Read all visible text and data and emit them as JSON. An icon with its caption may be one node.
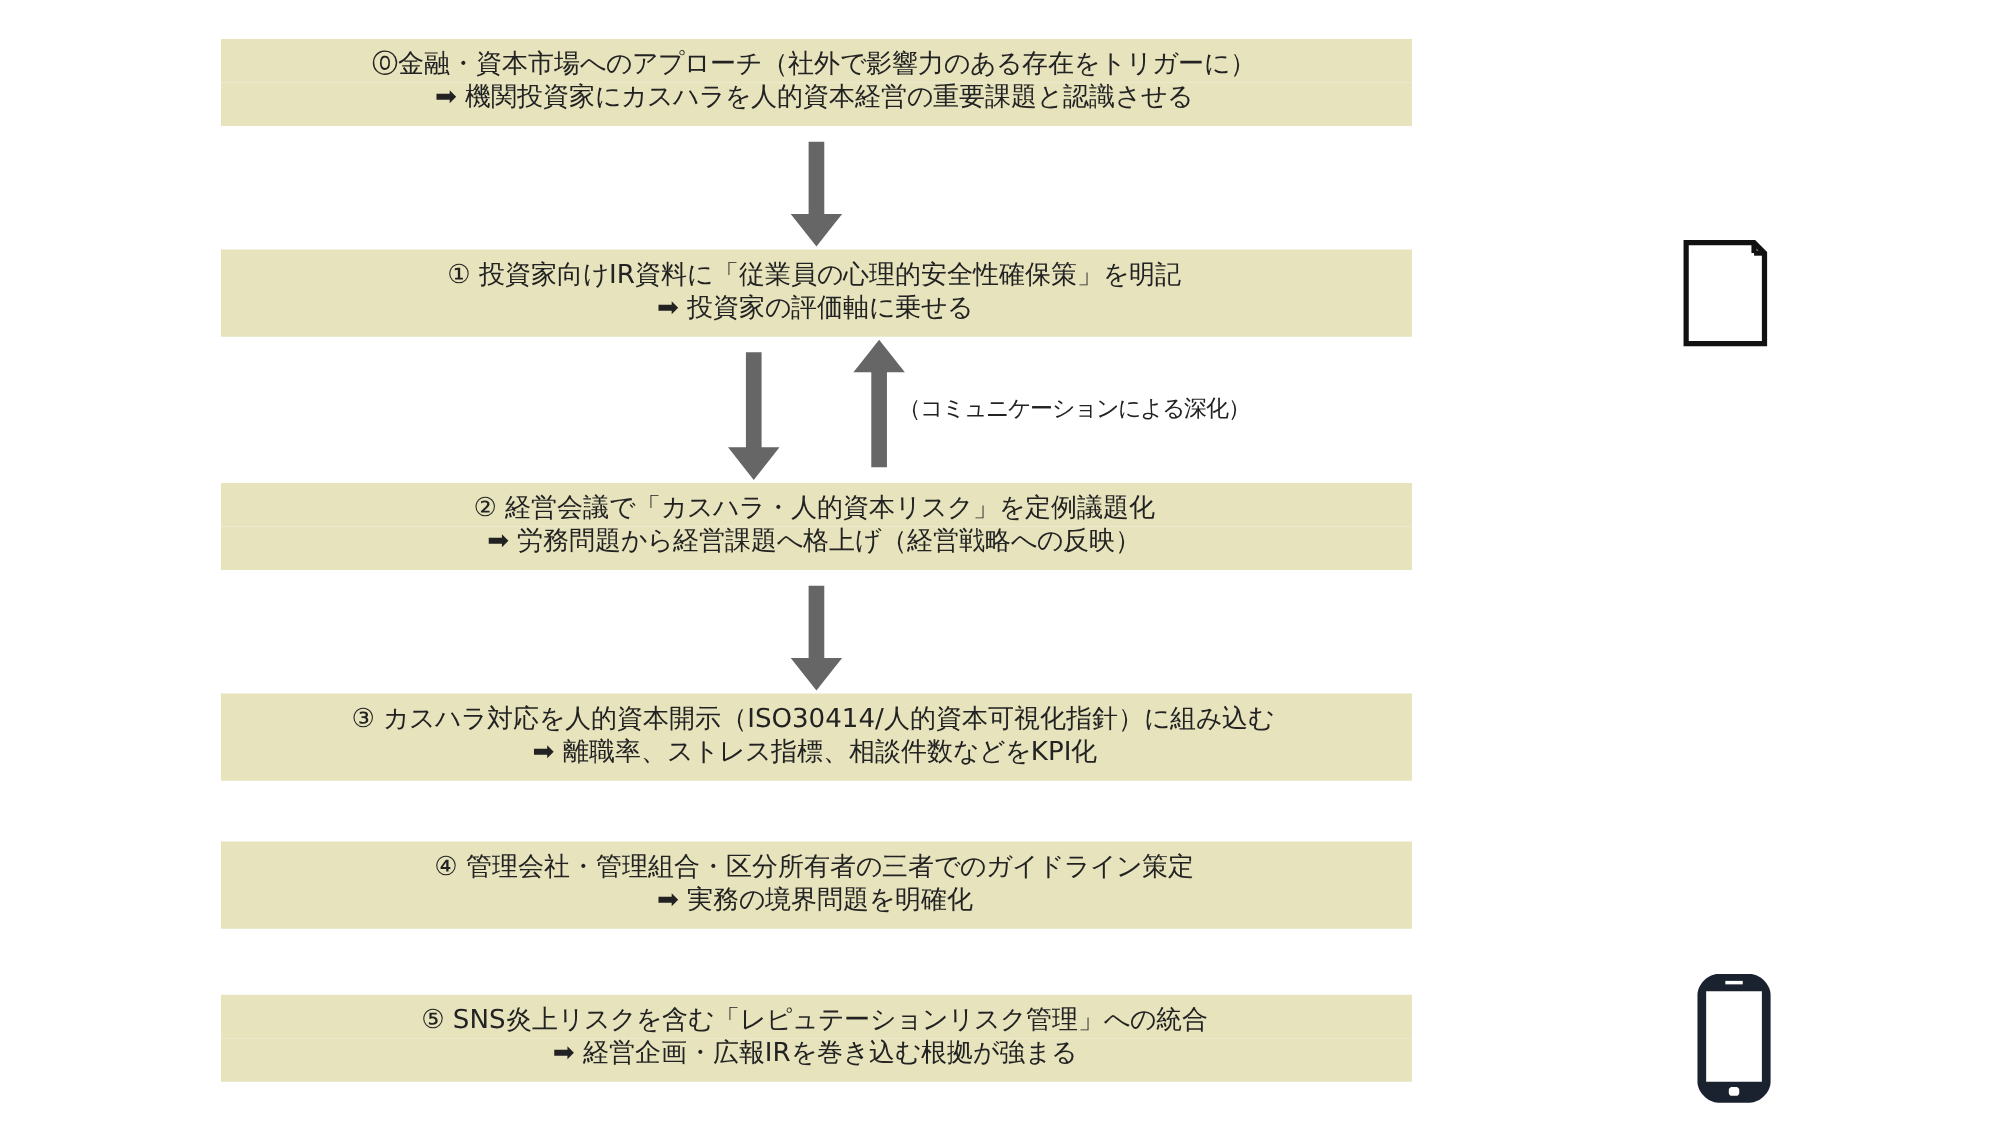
{
  "diagram": {
    "nodes": [
      {
        "text": [
          "⓪金融・資本市場へのアプローチ（社外で影響力のある存在をトリガーに）",
          "➡ 機関投資家にカスハラを人的資本経営の重要課題と認識させる"
        ]
      },
      {
        "text": [
          "① 投資家向けIR資料に「従業員の心理的安全性確保策」を明記",
          "➡ 投資家の評価軸に乗せる"
        ]
      },
      {
        "text": [],
        "shape": "picture"
      },
      {
        "text": [
          "② 経営会議で「カスハラ・人的資本リスク」を定例議題化",
          "➡ 労務問題から経営課題へ格上げ（経営戦略への反映）"
        ]
      },
      {
        "text": [
          "③ カスハラ対応を人的資本開示（ISO30414/人的資本可視化指針）に組み込む",
          "➡ 離職率、ストレス指標、相談件数などをKPI化"
        ]
      },
      {
        "text": [
          "④ 管理会社・管理組合・区分所有者の三者でのガイドライン策定",
          "➡ 実務の境界問題を明確化"
        ]
      },
      {
        "text": [
          "⑤ SNS炎上リスクを含む「レピュテーションリスク管理」への統合",
          "➡ 経営企画・広報IRを巻き込む根拠が強まる"
        ]
      },
      {
        "text": [],
        "shape": "picture"
      }
    ],
    "edges": [
      {
        "from": 0,
        "to": 1,
        "arrow": "to"
      },
      {
        "from": 1,
        "to": 3,
        "arrow": "to"
      },
      {
        "from": 3,
        "to": 1,
        "arrow": "to",
        "label": "（コミュニケーションによる深化）"
      },
      {
        "from": 3,
        "to": 4,
        "arrow": "to"
      }
    ]
  }
}
